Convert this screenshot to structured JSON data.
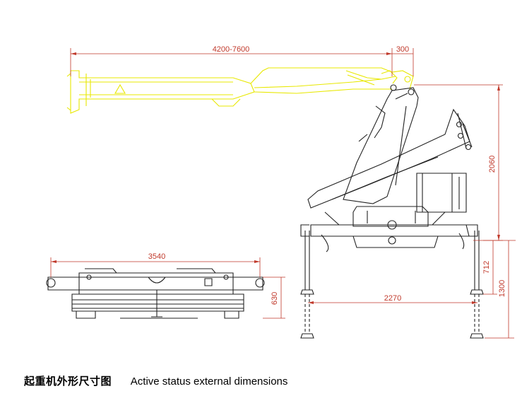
{
  "dimensions": {
    "boom_reach": "4200-7600",
    "overhang": "300",
    "height_total": "2060",
    "top_width": "3540",
    "top_depth": "630",
    "leg_span": "2270",
    "leg_lower": "712",
    "leg_total": "1300"
  },
  "caption": {
    "chinese": "起重机外形尺寸图",
    "english": "Active status external dimensions"
  },
  "colors": {
    "extended_boom": "#e8e800",
    "dimension": "#c0392b",
    "outline": "#222222"
  }
}
